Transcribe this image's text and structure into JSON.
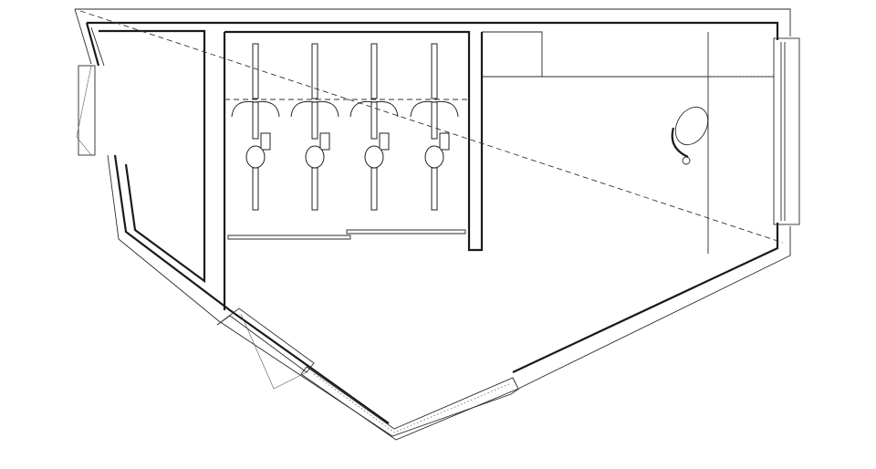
{
  "drawing": {
    "type": "floor-plan",
    "rooms": [
      {
        "id": "left-room"
      },
      {
        "id": "bike-storage"
      },
      {
        "id": "right-room"
      }
    ],
    "bike_count": 4,
    "chair_count": 1,
    "windows": [
      {
        "id": "right-window"
      },
      {
        "id": "lower-window"
      }
    ],
    "doors": [
      {
        "id": "left-door"
      },
      {
        "id": "lower-door"
      }
    ],
    "colors": {
      "ink": "#1a1a1a",
      "background": "#ffffff"
    }
  }
}
